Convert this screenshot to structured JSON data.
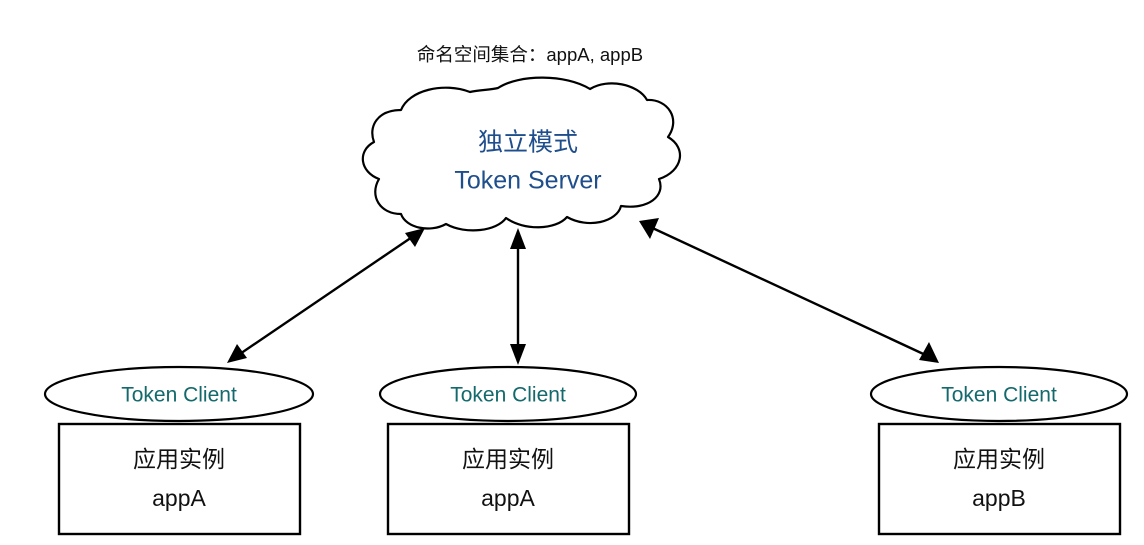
{
  "diagram": {
    "title": "命名空间集合：appA, appB",
    "background": "#ffffff",
    "stroke_color": "#000000",
    "colors": {
      "server_text": "#1f4e8c",
      "client_text": "#13696b",
      "box_text": "#111111",
      "title_text": "#111111",
      "line": "#000000"
    },
    "server": {
      "shape": "cloud",
      "line1": "独立模式",
      "line2": "Token Server"
    },
    "clients": [
      {
        "ellipse_label": "Token Client",
        "box_line1": "应用实例",
        "box_line2": "appA"
      },
      {
        "ellipse_label": "Token Client",
        "box_line1": "应用实例",
        "box_line2": "appA"
      },
      {
        "ellipse_label": "Token Client",
        "box_line1": "应用实例",
        "box_line2": "appB"
      }
    ],
    "connectors": [
      {
        "name": "server-to-client-1",
        "style": "double-arrow"
      },
      {
        "name": "server-to-client-2",
        "style": "double-arrow"
      },
      {
        "name": "server-to-client-3",
        "style": "double-arrow"
      }
    ]
  }
}
